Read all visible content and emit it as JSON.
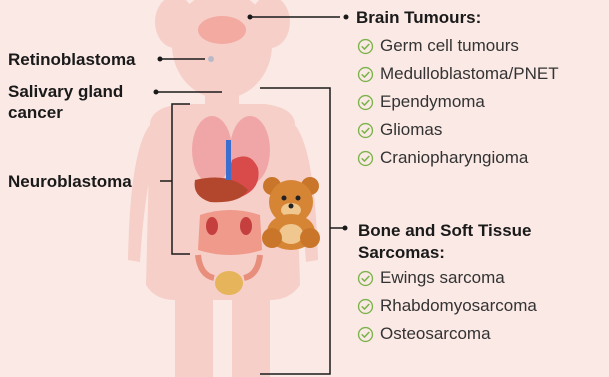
{
  "colors": {
    "background": "#fbe9e5",
    "silhouette": "#f6cfc8",
    "check": "#7bb34a",
    "line": "#1a1a1a"
  },
  "left_labels": {
    "retinoblastoma": "Retinoblastoma",
    "salivary_line1": "Salivary gland",
    "salivary_line2": "cancer",
    "neuroblastoma": "Neuroblastoma"
  },
  "brain": {
    "heading": "Brain Tumours:",
    "items": [
      "Germ cell tumours",
      "Medulloblastoma/PNET",
      "Ependymoma",
      "Gliomas",
      "Craniopharyngioma"
    ]
  },
  "bone": {
    "heading_line1": "Bone and Soft Tissue",
    "heading_line2": "Sarcomas:",
    "items": [
      "Ewings sarcoma",
      "Rhabdomyosarcoma",
      "Osteosarcoma"
    ]
  },
  "icons": {
    "check": "check-circle-icon",
    "teddy": "teddy-bear-icon",
    "organs": "internal-organs-icon"
  }
}
